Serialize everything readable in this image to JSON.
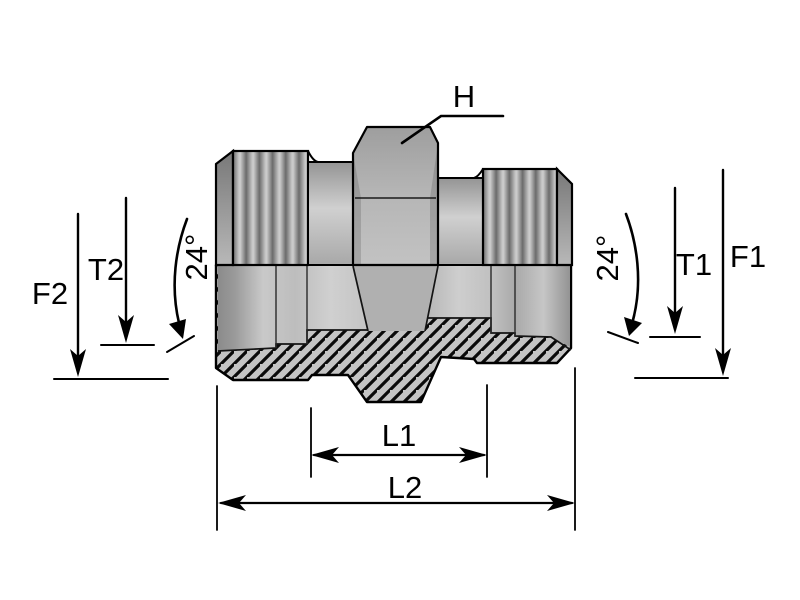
{
  "diagram": {
    "labels": {
      "hex": "H",
      "f1": "F1",
      "t1": "T1",
      "f2": "F2",
      "t2": "T2",
      "l1": "L1",
      "l2": "L2",
      "angle_left": "24°",
      "angle_right": "24°"
    },
    "colors": {
      "line": "#000000",
      "background": "#ffffff",
      "metal_light": "#cccccc",
      "metal_mid": "#b2b2b2",
      "metal_dark": "#6b6b6b",
      "hatch_fill": "#c4c4c4"
    }
  }
}
